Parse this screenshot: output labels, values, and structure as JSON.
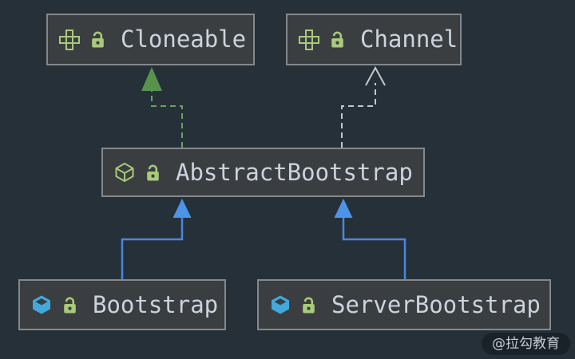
{
  "diagram": {
    "type": "uml-class-diagram",
    "nodes": [
      {
        "id": "cloneable",
        "label": "Cloneable",
        "kind": "interface",
        "icons": [
          "interface-icon",
          "lock-icon"
        ]
      },
      {
        "id": "channel",
        "label": "Channel",
        "kind": "interface",
        "icons": [
          "interface-icon",
          "lock-icon"
        ]
      },
      {
        "id": "abstract-bootstrap",
        "label": "AbstractBootstrap",
        "kind": "abstract-class",
        "icons": [
          "abstract-class-icon",
          "lock-icon"
        ]
      },
      {
        "id": "bootstrap",
        "label": "Bootstrap",
        "kind": "class",
        "icons": [
          "class-icon",
          "lock-icon"
        ]
      },
      {
        "id": "server-bootstrap",
        "label": "ServerBootstrap",
        "kind": "class",
        "icons": [
          "class-icon",
          "lock-icon"
        ]
      }
    ],
    "edges": [
      {
        "from": "AbstractBootstrap",
        "to": "Cloneable",
        "relation": "implements",
        "line": "dashed",
        "arrow": "filled-triangle",
        "color": "#58934e"
      },
      {
        "from": "AbstractBootstrap",
        "to": "Channel",
        "relation": "implements",
        "line": "dashed",
        "arrow": "open-triangle",
        "color": "#c3c8cb"
      },
      {
        "from": "Bootstrap",
        "to": "AbstractBootstrap",
        "relation": "extends",
        "line": "solid",
        "arrow": "filled-triangle",
        "color": "#4a86dd"
      },
      {
        "from": "ServerBootstrap",
        "to": "AbstractBootstrap",
        "relation": "extends",
        "line": "solid",
        "arrow": "filled-triangle",
        "color": "#4a86dd"
      }
    ],
    "colors": {
      "background": "#263039",
      "node_fill": "#3b3e41",
      "node_border": "#85888b",
      "label_text": "#ccd3dd",
      "icon_green": "#a9c97b",
      "class_blue": "#42a9dd",
      "extends_blue": "#4a86dd",
      "implements_green_line": "#6f9f63",
      "implements_green_arrow": "#58934e",
      "implements_gray": "#c3c8cb"
    }
  },
  "watermark": {
    "text": "@拉勾教育"
  }
}
